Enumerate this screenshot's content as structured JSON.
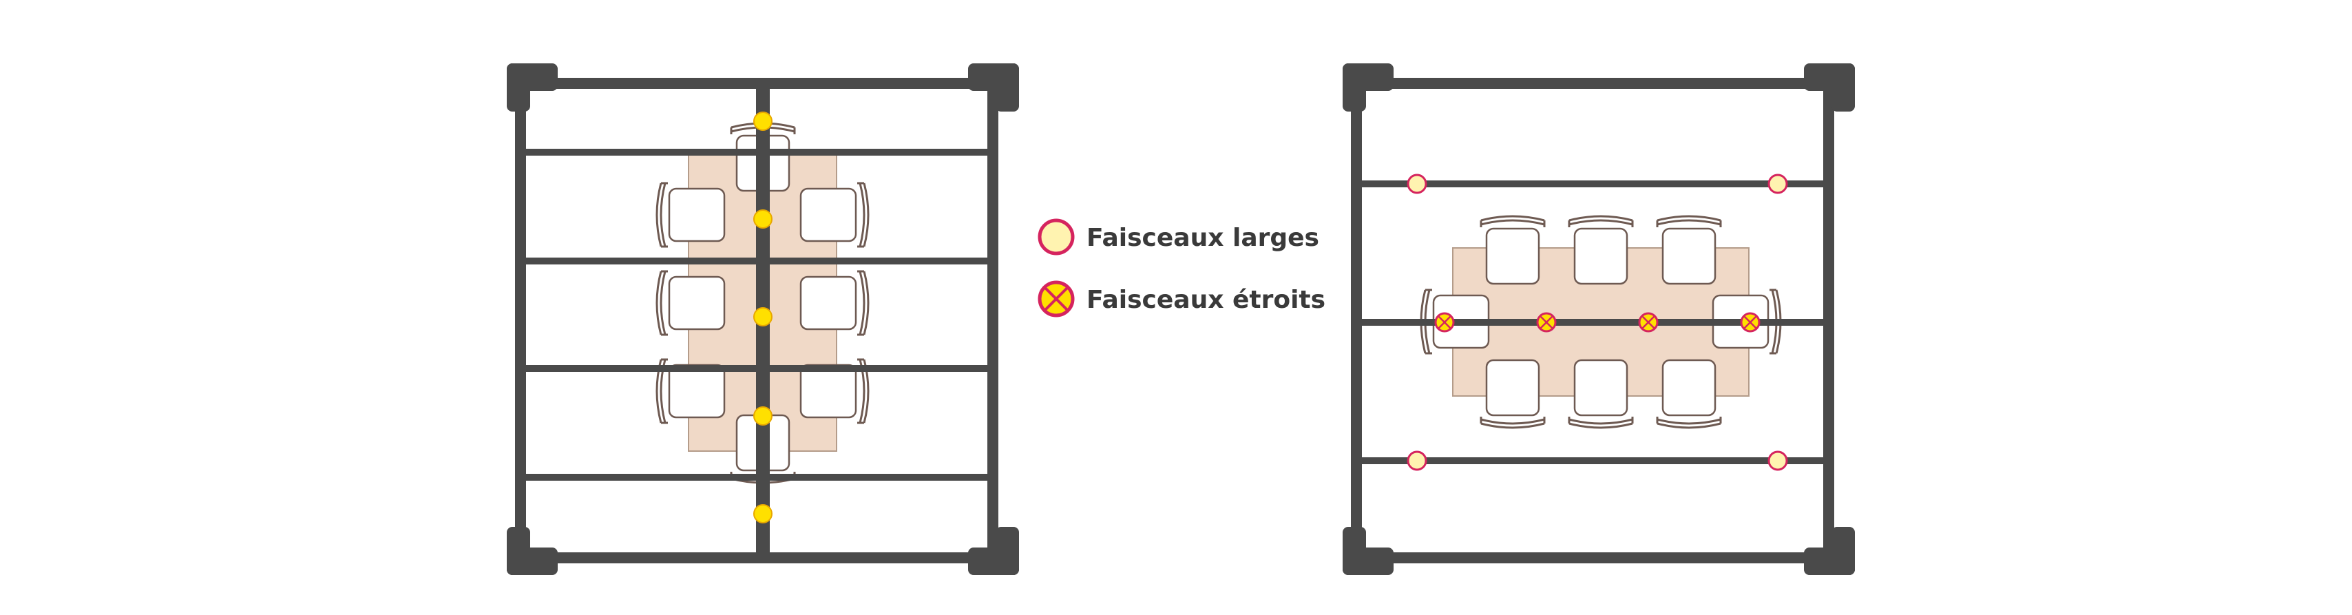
{
  "legend": {
    "wide": {
      "label": "Faisceaux larges",
      "icon": "wide-beam-icon"
    },
    "narrow": {
      "label": "Faisceaux étroits",
      "icon": "narrow-beam-icon"
    }
  },
  "colors": {
    "frame": "#4a4a4a",
    "table": "#f0d9c7",
    "table_edge": "#b49c8a",
    "chair": "#6e5a52",
    "wide_beam_fill": "#fff3b0",
    "narrow_beam_fill": "#ffe000",
    "beam_ring": "#d5245e",
    "legend_text": "#3a3a3a"
  },
  "rooms": [
    {
      "name": "vertical-table-room",
      "lights": "narrow-beam",
      "table_orientation": "vertical",
      "light_count": 5
    },
    {
      "name": "horizontal-table-room",
      "lights": "mixed",
      "table_orientation": "horizontal",
      "light_count": 8
    }
  ]
}
